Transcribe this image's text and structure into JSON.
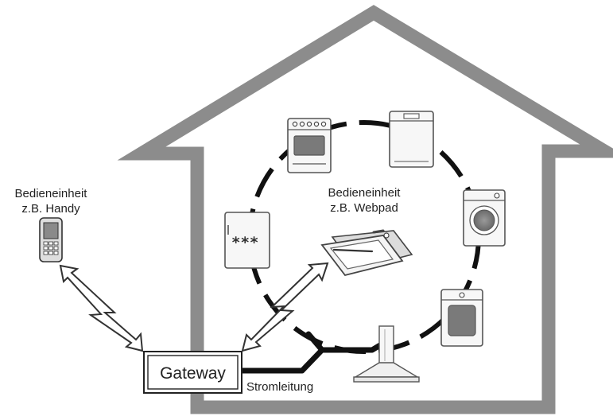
{
  "labels": {
    "handy_line1": "Bedieneinheit",
    "handy_line2": "z.B. Handy",
    "webpad_line1": "Bedieneinheit",
    "webpad_line2": "z.B. Webpad",
    "gateway": "Gateway",
    "stromleitung": "Stromleitung"
  },
  "fridge_display": "***",
  "colors": {
    "house_wall": "#8c8c8c",
    "ring": "#111111",
    "appliance_fill": "#f7f7f7",
    "appliance_stroke": "#555555",
    "dark_panel": "#7a7a7a"
  },
  "icons": [
    "house-icon",
    "phone-icon",
    "webpad-icon",
    "oven-icon",
    "dishwasher-icon",
    "washing-machine-icon",
    "dryer-icon",
    "range-hood-icon",
    "fridge-icon",
    "gateway-icon",
    "lightning-arrow-icon"
  ]
}
